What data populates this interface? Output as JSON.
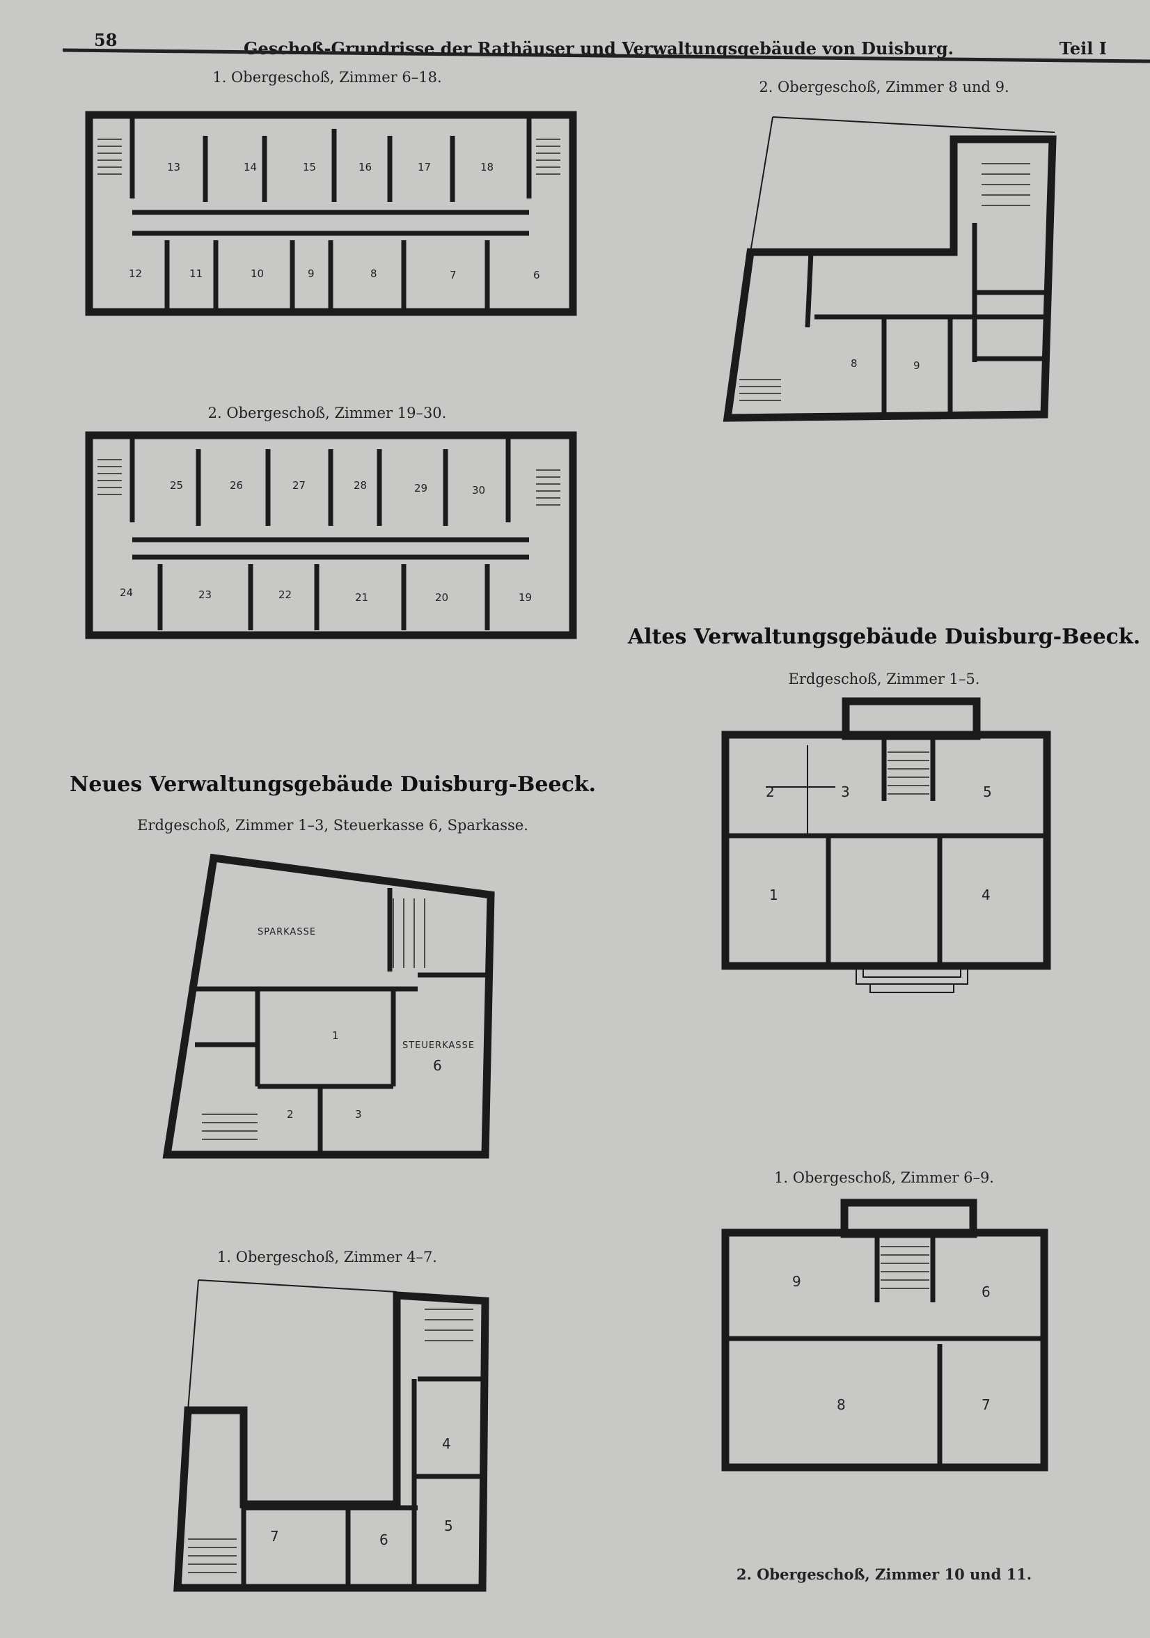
{
  "header": {
    "page_number": "58",
    "title": "Geschoß-Grundrisse der Rathäuser und Verwaltungsgebäude von Duisburg.",
    "part": "Teil I"
  },
  "plans": {
    "a": {
      "caption": "1. Obergeschoß, Zimmer 6–18.",
      "rooms": [
        "13",
        "14",
        "15",
        "16",
        "17",
        "18",
        "12",
        "11",
        "10",
        "9",
        "8",
        "7",
        "6"
      ]
    },
    "b": {
      "caption": "2. Obergeschoß, Zimmer 8 und 9.",
      "rooms": [
        "8",
        "9"
      ]
    },
    "c": {
      "caption": "2. Obergeschoß, Zimmer 19–30.",
      "rooms": [
        "25",
        "26",
        "27",
        "28",
        "29",
        "30",
        "24",
        "23",
        "22",
        "21",
        "20",
        "19"
      ]
    },
    "neu": {
      "heading": "Neues Verwaltungsgebäude Duisburg-Beeck."
    },
    "d": {
      "caption": "Erdgeschoß, Zimmer 1–3, Steuerkasse 6, Sparkasse.",
      "rooms": [
        "SPARKASSE",
        "1",
        "STEUERKASSE",
        "6",
        "2",
        "3"
      ]
    },
    "e": {
      "caption": "1. Obergeschoß, Zimmer 4–7.",
      "rooms": [
        "4",
        "7",
        "6",
        "5"
      ]
    },
    "alt": {
      "heading": "Altes Verwaltungsgebäude Duisburg-Beeck."
    },
    "f": {
      "caption": "Erdgeschoß, Zimmer 1–5.",
      "rooms": [
        "2",
        "3",
        "5",
        "1",
        "4"
      ]
    },
    "g": {
      "caption": "1. Obergeschoß, Zimmer 6–9.",
      "rooms": [
        "9",
        "6",
        "8",
        "7"
      ]
    },
    "h": {
      "caption": "2. Obergeschoß, Zimmer 10 und 11."
    }
  }
}
